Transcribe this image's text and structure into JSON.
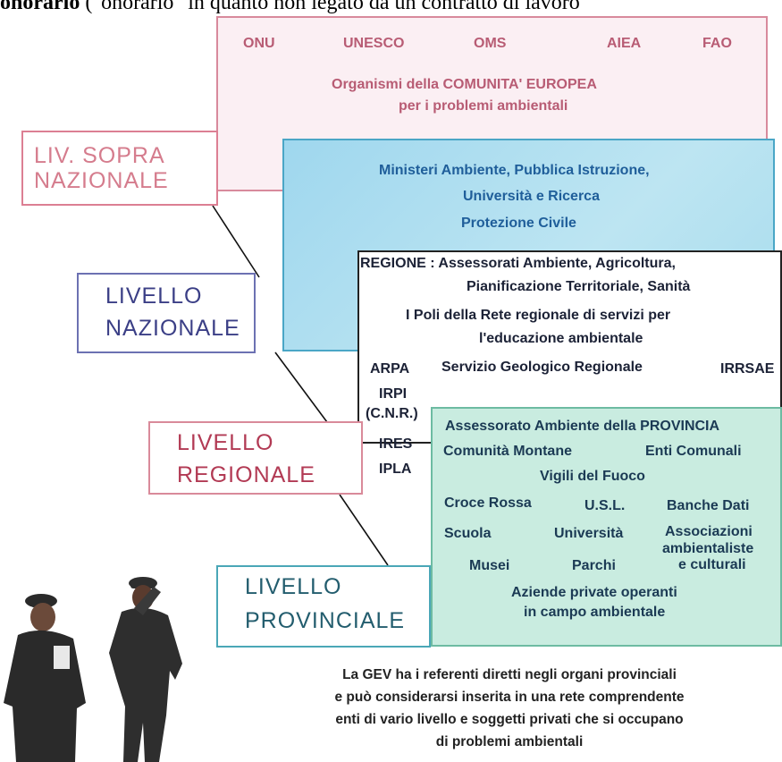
{
  "top_text": {
    "bold": "onorario",
    "rest": " (\"onorario\" in quanto non legato da un contratto di lavoro"
  },
  "levels": {
    "sopra": {
      "line1": "LIV. SOPRA",
      "line2": "NAZIONALE"
    },
    "nazionale": {
      "line1": "LIVELLO",
      "line2": "NAZIONALE"
    },
    "regionale": {
      "line1": "LIVELLO",
      "line2": "REGIONALE"
    },
    "provinciale": {
      "line1": "LIVELLO",
      "line2": "PROVINCIALE"
    }
  },
  "sopra_box": {
    "orgs": [
      "ONU",
      "UNESCO",
      "OMS",
      "AIEA",
      "FAO"
    ],
    "line1": "Organismi della COMUNITA' EUROPEA",
    "line2": "per i problemi ambientali"
  },
  "naz_box": {
    "line1": "Ministeri Ambiente, Pubblica Istruzione,",
    "line2": "Università e Ricerca",
    "line3": "Protezione Civile"
  },
  "reg_box": {
    "line1": "REGIONE : Assessorati  Ambiente, Agricoltura,",
    "line2": "Pianificazione Territoriale, Sanità",
    "line3": "I Poli della Rete regionale di servizi  per",
    "line4": "l'educazione ambientale",
    "arpa": "ARPA",
    "geo": "Servizio Geologico Regionale",
    "irrsae": "IRRSAE",
    "irpi": "IRPI",
    "cnr": "(C.N.R.)",
    "ires": "IRES",
    "ipla": "IPLA"
  },
  "prov_box": {
    "line1": "Assessorato Ambiente della PROVINCIA",
    "comunita": "Comunità Montane",
    "enti": "Enti Comunali",
    "vigili": "Vigili del Fuoco",
    "croce": "Croce Rossa",
    "usl": "U.S.L.",
    "banche": "Banche Dati",
    "scuola": "Scuola",
    "universita": "Università",
    "assoc1": "Associazioni",
    "assoc2": "ambientaliste",
    "assoc3": "e culturali",
    "musei": "Musei",
    "parchi": "Parchi",
    "aziende1": "Aziende private operanti",
    "aziende2": "in campo ambientale"
  },
  "caption": {
    "line1": "La GEV ha i referenti diretti negli organi provinciali",
    "line2": "e può considerarsi inserita in una rete comprendente",
    "line3": "enti di vario livello e soggetti privati che si occupano",
    "line4": "di problemi ambientali"
  },
  "colors": {
    "sopra": "#d88a9c",
    "nazionale": "#4aa6c6",
    "regionale": "#222222",
    "provinciale": "#6dbba2"
  }
}
